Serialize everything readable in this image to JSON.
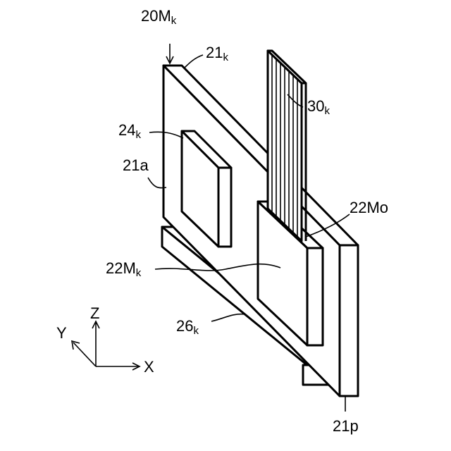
{
  "labels": {
    "module": {
      "base": "20M",
      "sub": "k"
    },
    "board_top": {
      "base": "21",
      "sub": "k"
    },
    "cable": {
      "base": "30",
      "sub": "k"
    },
    "chip": {
      "base": "24",
      "sub": "k"
    },
    "board_face": {
      "base": "21a",
      "sub": ""
    },
    "connector_other": {
      "base": "22Mo",
      "sub": ""
    },
    "connector": {
      "base": "22M",
      "sub": "k"
    },
    "rail": {
      "base": "26",
      "sub": "k"
    },
    "board_edge": {
      "base": "21p",
      "sub": ""
    }
  },
  "axes": {
    "x": "X",
    "y": "Y",
    "z": "Z"
  }
}
